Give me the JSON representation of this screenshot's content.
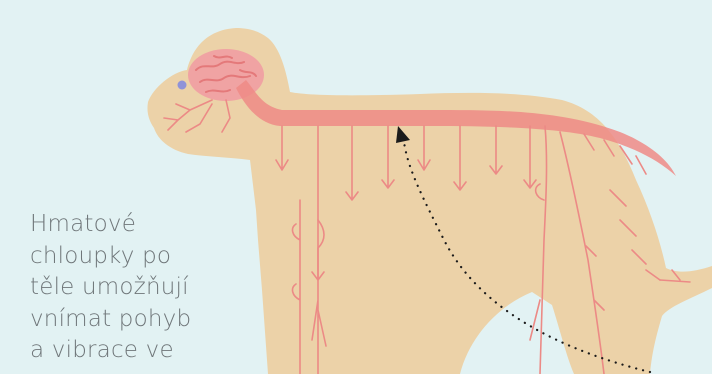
{
  "caption": {
    "lines": [
      "Hmatové",
      "chloupky po",
      "těle umožňují",
      "vnímat pohyb",
      "a vibrace ve"
    ]
  },
  "colors": {
    "background": "#e2f2f3",
    "body": "#ecd2a8",
    "nerve": "#ec8a86",
    "spinal_cord": "#ef8b86",
    "brain": "#f0a3a3",
    "eye": "#8f93d8",
    "caption_text": "#6f7679",
    "arrow": "#1b1b1b"
  },
  "icons": {
    "arrow": "dotted-arrow-icon",
    "animal": "tiger-silhouette",
    "brain": "brain-icon"
  }
}
